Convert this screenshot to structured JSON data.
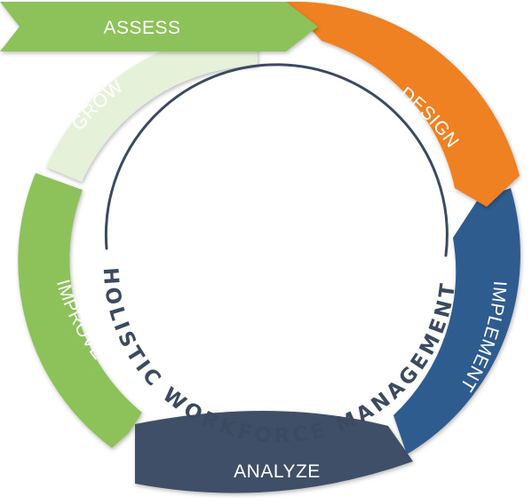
{
  "diagram": {
    "center_title": "HOLISTIC WORKFORCE MANAGEMENT",
    "stages": [
      {
        "id": "assess",
        "label": "ASSESS",
        "color": "#8dc15a",
        "text_color": "#ffffff"
      },
      {
        "id": "design",
        "label": "DESIGN",
        "color": "#f08123",
        "text_color": "#ffffff"
      },
      {
        "id": "implement",
        "label": "IMPLEMENT",
        "color": "#2e5b8f",
        "text_color": "#ffffff"
      },
      {
        "id": "analyze",
        "label": "ANALYZE",
        "color": "#3f5068",
        "text_color": "#ffffff"
      },
      {
        "id": "improve",
        "label": "IMPROVE",
        "color": "#8dc15a",
        "text_color": "#ffffff"
      },
      {
        "id": "grow",
        "label": "GROW",
        "color": "#e6f1da",
        "text_color": "#5c8a32"
      }
    ],
    "colors": {
      "inner_arc": "#3b4a5e",
      "title_text": "#3b4a5e"
    }
  }
}
